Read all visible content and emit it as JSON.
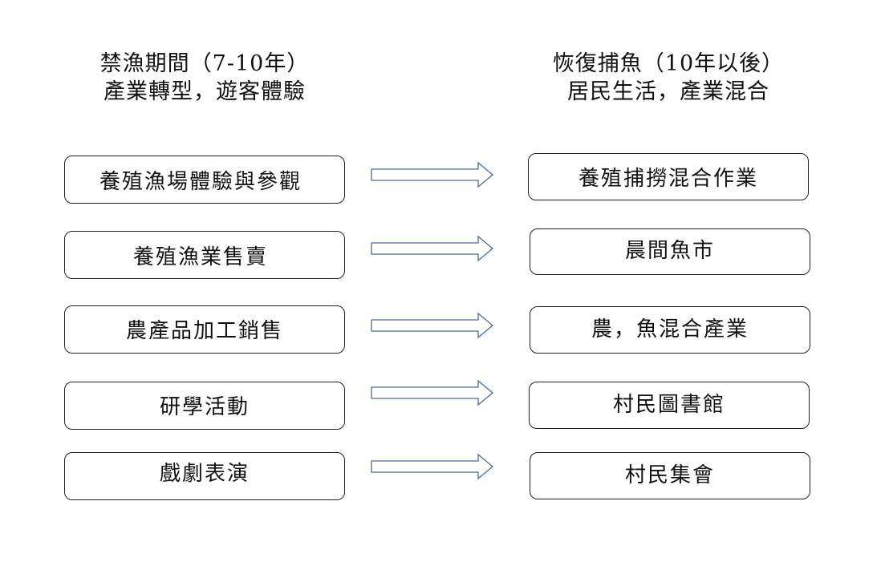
{
  "headings": {
    "left": {
      "line1": "禁漁期間（7-10年）",
      "line2": "產業轉型，遊客體驗"
    },
    "right": {
      "line1": "恢復捕魚（10年以後）",
      "line2": "居民生活，產業混合"
    }
  },
  "rows": [
    {
      "left": "養殖漁場體驗與參觀",
      "right": "養殖捕撈混合作業"
    },
    {
      "left": "養殖漁業售賣",
      "right": "晨間魚市"
    },
    {
      "left": "農產品加工銷售",
      "right": "農，魚混合產業"
    },
    {
      "left": "研學活動",
      "right": "村民圖書館"
    },
    {
      "left": "戲劇表演",
      "right": "村民集會"
    }
  ],
  "arrow_style": "hollow-right-arrow",
  "colors": {
    "box_border": "#222222",
    "arrow_stroke": "#4a6a9a",
    "text": "#111111"
  }
}
